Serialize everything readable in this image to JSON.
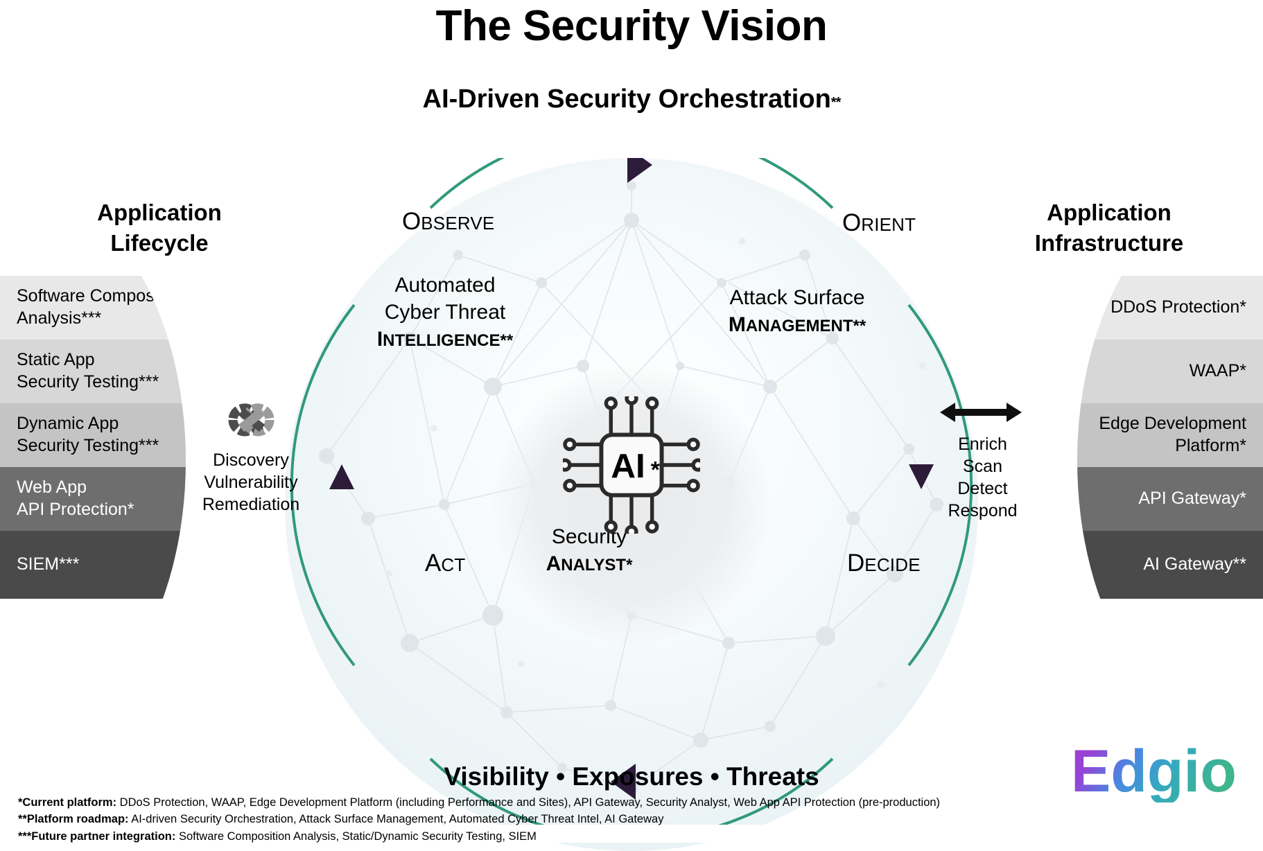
{
  "title": "The Security Vision",
  "subtitle": {
    "text": "AI-Driven Security Orchestration",
    "marker": "**"
  },
  "lifecycle": {
    "heading_line1": "Application",
    "heading_line2": "Lifecycle",
    "bands": [
      {
        "label": "Software Composition\nAnalysis***",
        "bg": "#e8e8e8",
        "fg": "#000000"
      },
      {
        "label": "Static App\nSecurity Testing***",
        "bg": "#d7d7d7",
        "fg": "#000000"
      },
      {
        "label": "Dynamic App\nSecurity Testing***",
        "bg": "#c4c4c4",
        "fg": "#000000"
      },
      {
        "label": "Web App\nAPI Protection*",
        "bg": "#6e6e6e",
        "fg": "#ffffff"
      },
      {
        "label": "SIEM***",
        "bg": "#4a4a4a",
        "fg": "#ffffff"
      }
    ]
  },
  "infrastructure": {
    "heading_line1": "Application",
    "heading_line2": "Infrastructure",
    "bands": [
      {
        "label": "DDoS Protection*",
        "bg": "#e8e8e8",
        "fg": "#000000"
      },
      {
        "label": "WAAP*",
        "bg": "#d7d7d7",
        "fg": "#000000"
      },
      {
        "label": "Edge Development\nPlatform*",
        "bg": "#c4c4c4",
        "fg": "#000000"
      },
      {
        "label": "API Gateway*",
        "bg": "#6e6e6e",
        "fg": "#ffffff"
      },
      {
        "label": "AI Gateway**",
        "bg": "#4a4a4a",
        "fg": "#ffffff"
      }
    ]
  },
  "ooda": {
    "observe": {
      "cap": "O",
      "rest": "BSERVE"
    },
    "orient": {
      "cap": "O",
      "rest": "RIENT"
    },
    "act": {
      "cap": "A",
      "rest": "CT"
    },
    "decide": {
      "cap": "D",
      "rest": "ECIDE"
    }
  },
  "quadrants": {
    "observe": {
      "line1": "Automated",
      "line2": "Cyber Threat",
      "word_cap": "I",
      "word_rest": "NTELLIGENCE**"
    },
    "orient": {
      "line1": "Attack Surface",
      "word_cap": "M",
      "word_rest": "ANAGEMENT**"
    },
    "bottom": {
      "line1": "Security",
      "word_cap": "A",
      "word_rest": "NALYST*"
    }
  },
  "center": {
    "chip_label": "AI",
    "chip_marker": "*"
  },
  "left_group": {
    "icon": "infinity-loop-icon",
    "lines": [
      "Discovery",
      "Vulnerability",
      "Remediation"
    ]
  },
  "right_group": {
    "icon": "double-arrow-icon",
    "lines": [
      "Enrich",
      "Scan",
      "Detect",
      "Respond"
    ]
  },
  "bottom_caption": "Visibility • Exposures • Threats",
  "footnotes": [
    {
      "marker": "*",
      "label": "Current platform:",
      "text": " DDoS Protection, WAAP, Edge Development Platform (including Performance and Sites), API Gateway, Security Analyst, Web App API Protection (pre-production)"
    },
    {
      "marker": "**",
      "label": "Platform roadmap:",
      "text": " AI-driven Security Orchestration, Attack Surface Management, Automated Cyber Threat Intel, AI Gateway"
    },
    {
      "marker": "***",
      "label": "Future partner integration:",
      "text": " Software Composition Analysis, Static/Dynamic Security Testing, SIEM"
    }
  ],
  "logo": {
    "text": "Edgio",
    "color_start": "#a33fd1",
    "color_mid": "#3b8fe0",
    "color_end": "#3fb58b"
  },
  "colors": {
    "arc": "#31997c",
    "arrowhead": "#2d1b3a",
    "circle_bg": "#eef5f7",
    "network": "#dfe5e8"
  }
}
